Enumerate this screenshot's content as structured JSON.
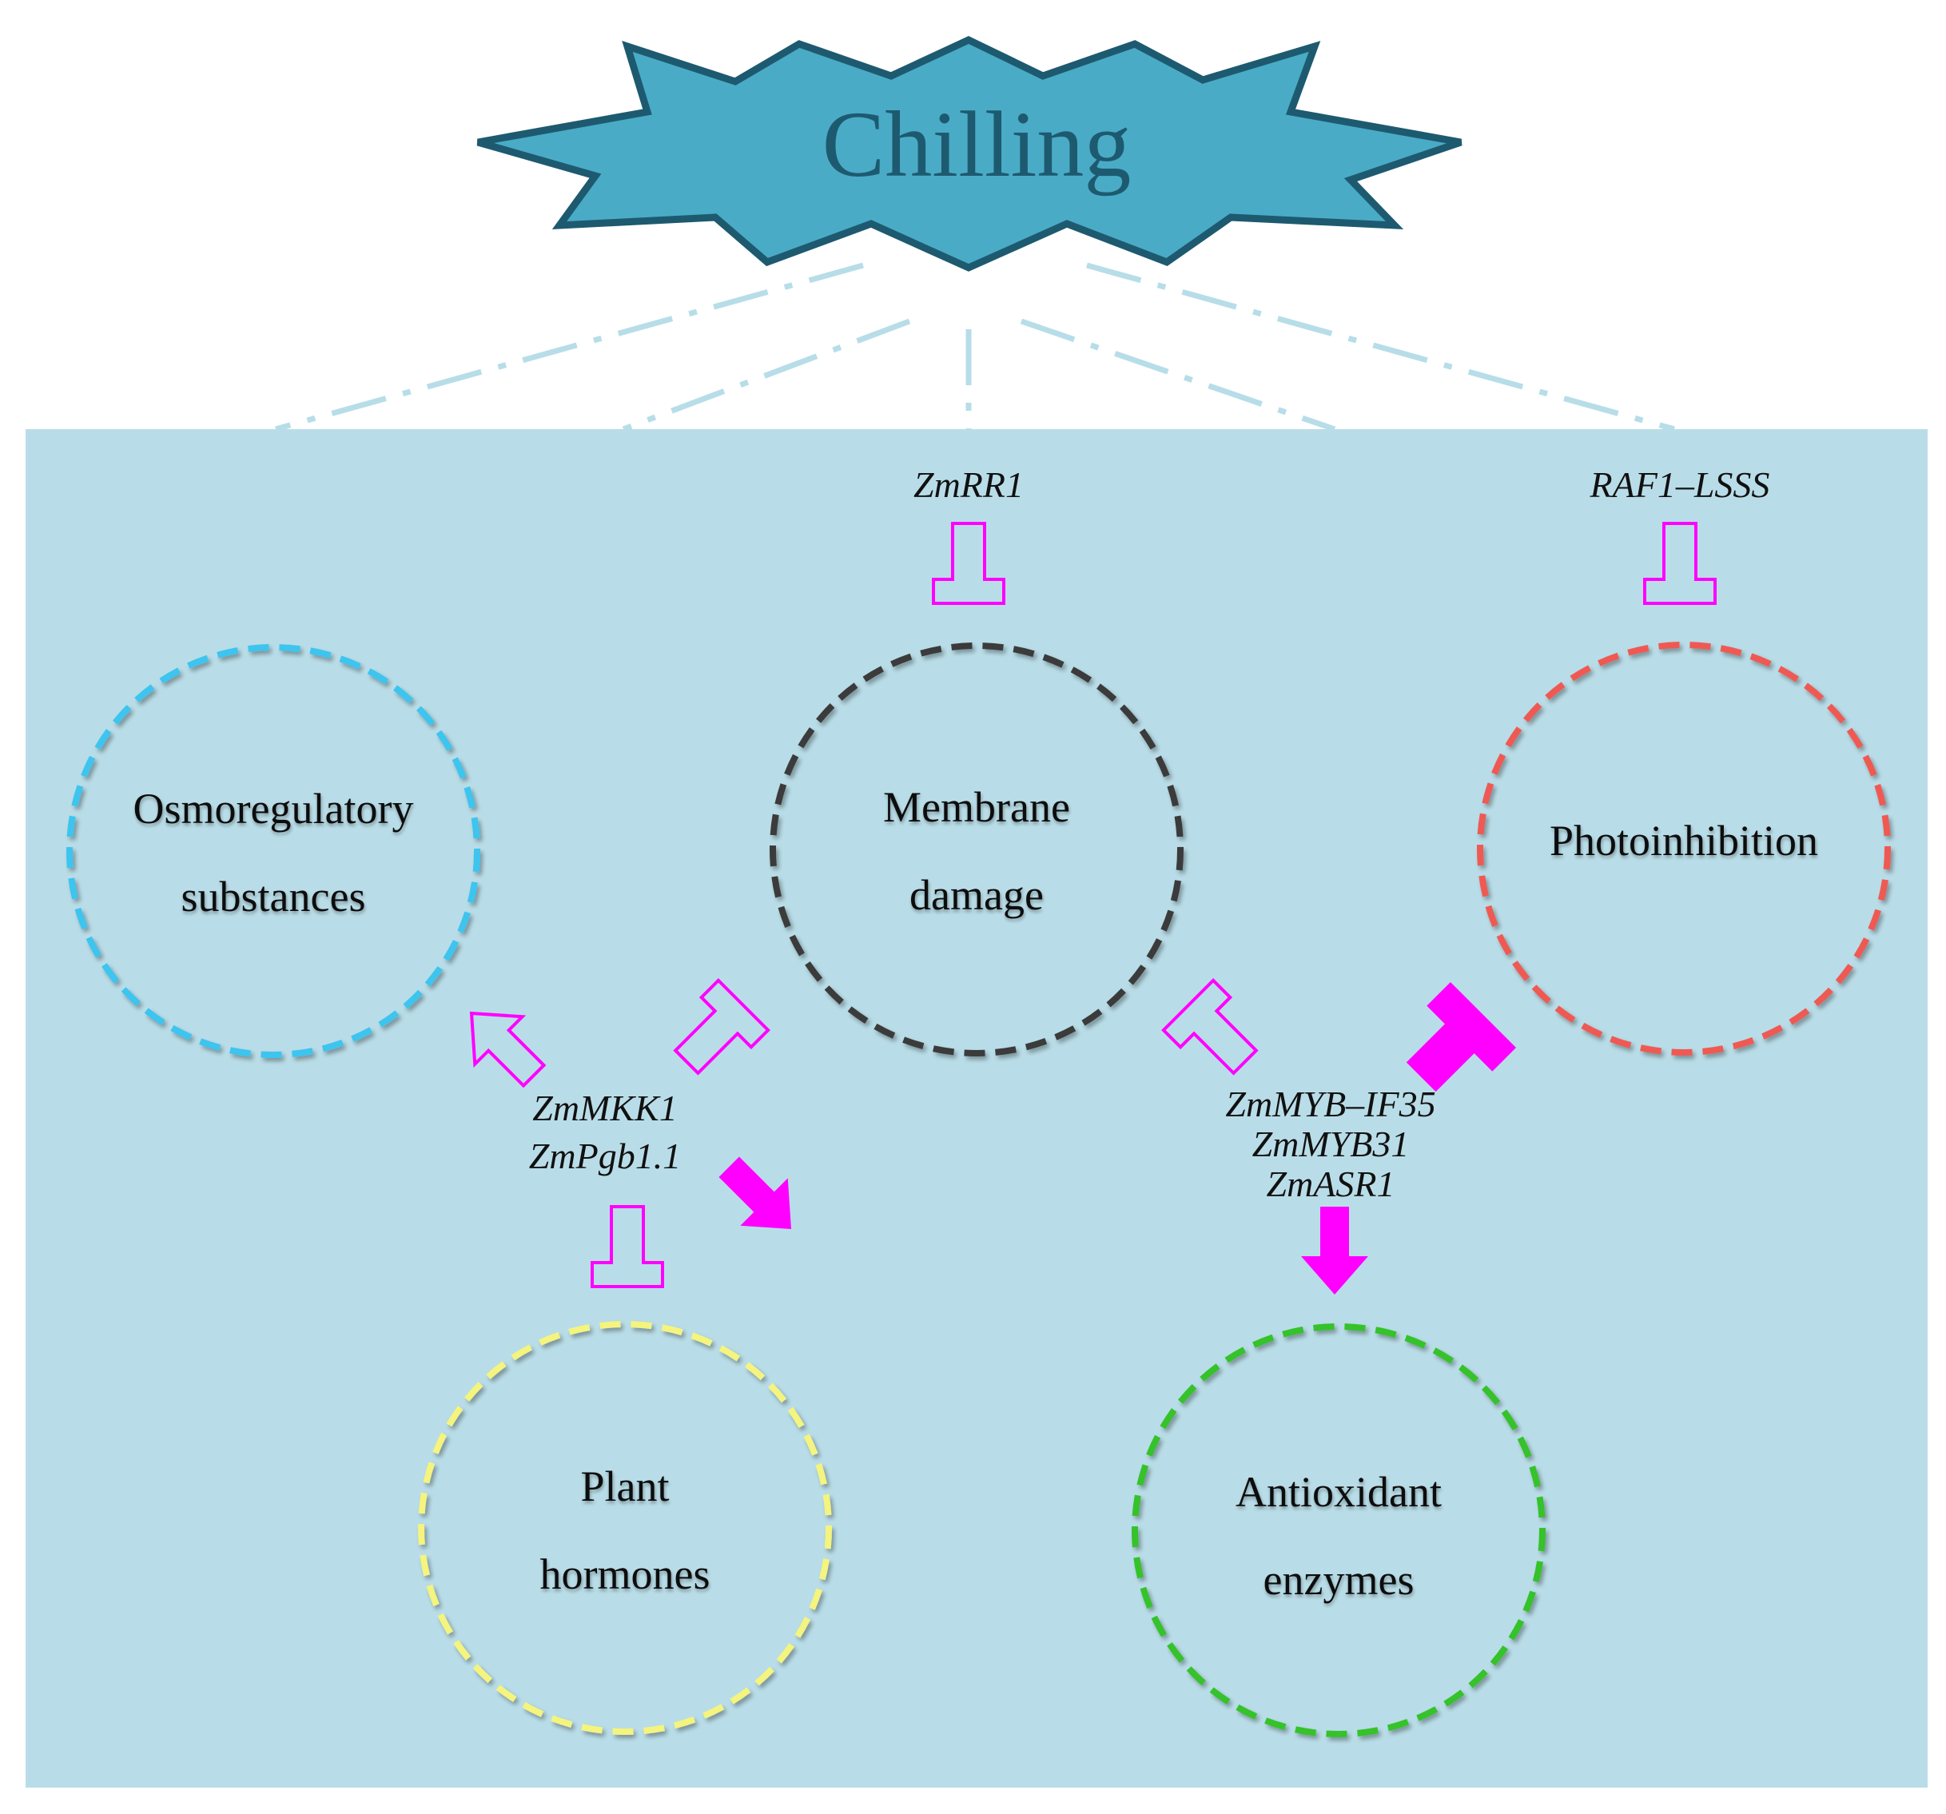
{
  "title": "Chilling",
  "colors": {
    "star_fill": "#4aabc6",
    "star_stroke": "#1d5a70",
    "title_text": "#1d5a70",
    "panel": "#b9dde8",
    "connector": "#b7dde8",
    "arrow": "#ff00ff",
    "text": "#111111"
  },
  "nodes": {
    "osmo": {
      "line1": "Osmoregulatory",
      "line2": "substances",
      "color": "#3ec4ef"
    },
    "membrane": {
      "line1": "Membrane",
      "line2": "damage",
      "color": "#3a3a3a"
    },
    "photo": {
      "line1": "Photoinhibition",
      "color": "#ee5a52"
    },
    "hormones": {
      "line1": "Plant",
      "line2": "hormones",
      "color": "#f4f47e"
    },
    "antiox": {
      "line1": "Antioxidant",
      "line2": "enzymes",
      "color": "#35c22c"
    }
  },
  "genes": {
    "zmrr1": "ZmRR1",
    "raf1": "RAF1–LSSS",
    "left_group": [
      "ZmMKK1",
      "ZmPgb1.1"
    ],
    "right_group": [
      "ZmMYB–IF35",
      "ZmMYB31",
      "ZmASR1"
    ]
  }
}
